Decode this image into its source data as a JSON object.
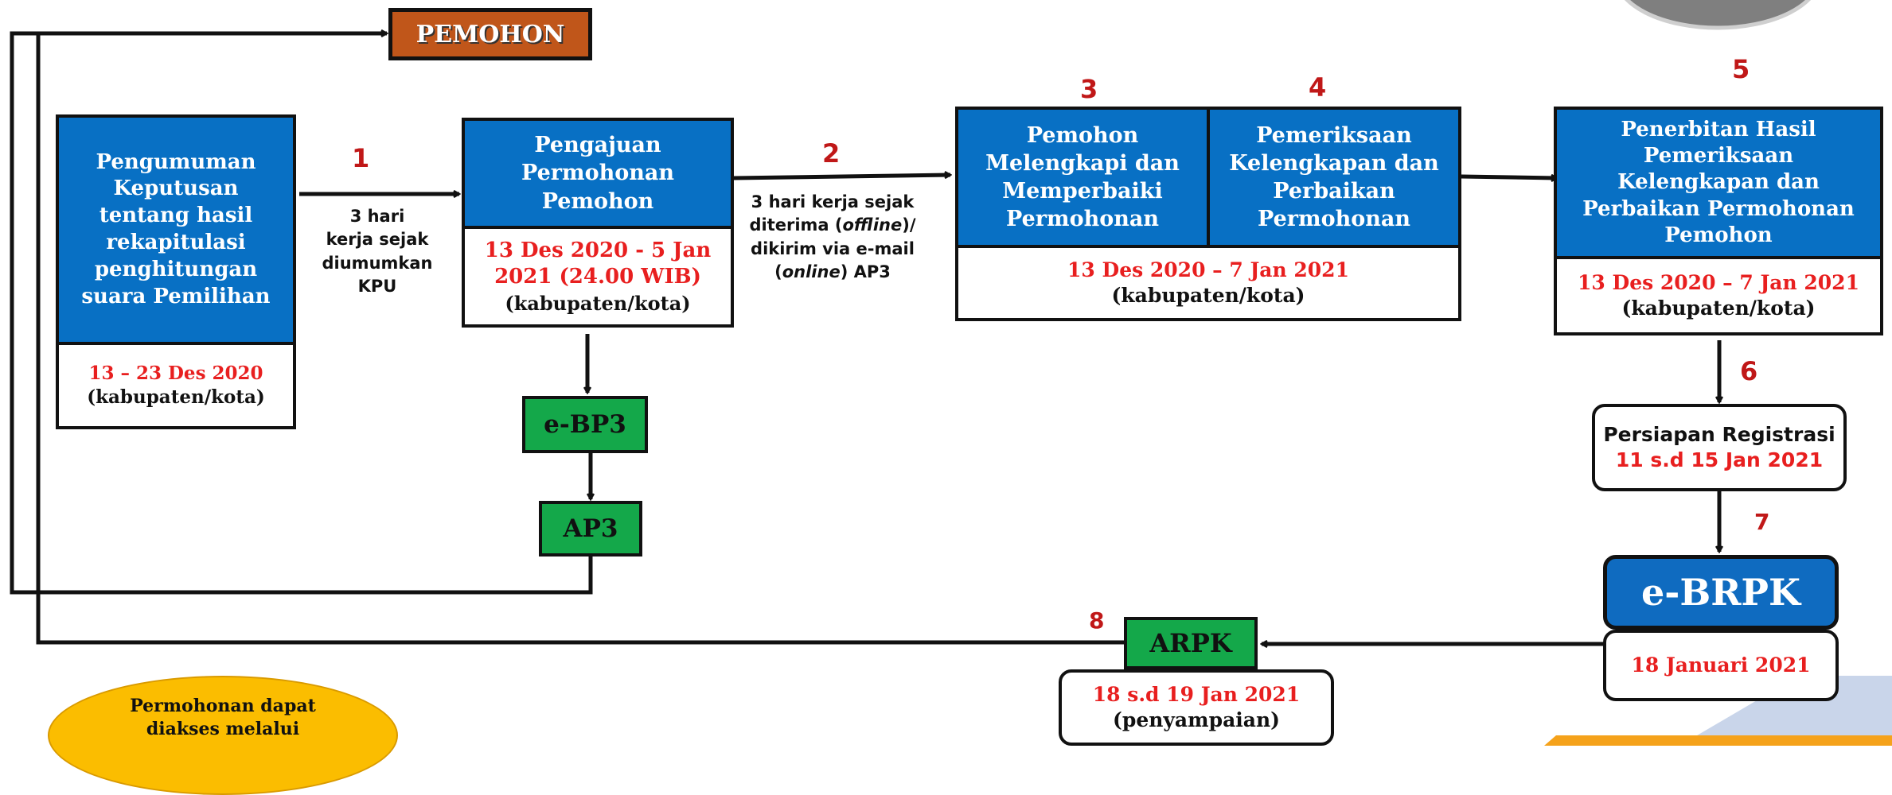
{
  "colors": {
    "primary_blue": "#0870c4",
    "green": "#14a84a",
    "orange_brown": "#c0561a",
    "red_text": "#e81f1f",
    "step_number": "#c01818",
    "yellow": "#fbbd00",
    "ebrpk_blue": "#0f6bc0"
  },
  "pemohon": "PEMOHON",
  "box_pengumuman": {
    "title": "Pengumuman Keputusan tentang hasil rekapitulasi penghitungan suara Pemilihan",
    "date": "13 – 23 Des 2020",
    "scope": "(kabupaten/kota)"
  },
  "box_pengajuan": {
    "title": "Pengajuan Permohonan Pemohon",
    "date": "13 Des 2020 - 5 Jan 2021 (24.00 WIB)",
    "scope": "(kabupaten/kota)"
  },
  "box_melengkapi": {
    "title": "Pemohon Melengkapi dan Memperbaiki Permohonan"
  },
  "box_pemeriksaan": {
    "title": "Pemeriksaan Kelengkapan dan Perbaikan Permohonan"
  },
  "box_3_4_footer": {
    "date": "13 Des 2020 – 7 Jan 2021",
    "scope": "(kabupaten/kota)"
  },
  "box_penerbitan": {
    "title": "Penerbitan Hasil Pemeriksaan Kelengkapan dan Perbaikan Permohonan Pemohon",
    "date": "13 Des 2020 – 7 Jan 2021",
    "scope": "(kabupaten/kota)"
  },
  "box_registrasi": {
    "title": "Persiapan Registrasi",
    "date": "11 s.d 15 Jan 2021"
  },
  "ebrpk": {
    "label": "e-BRPK",
    "date": "18 Januari 2021"
  },
  "arpk": {
    "label": "ARPK",
    "date": "18  s.d 19 Jan 2021",
    "scope": "(penyampaian)"
  },
  "ebp3": "e-BP3",
  "ap3": "AP3",
  "notes": {
    "step1": [
      "3 hari",
      "kerja sejak",
      "diumumkan KPU"
    ],
    "step2": {
      "line1": "3 hari kerja sejak",
      "line2_pre": "diterima (",
      "line2_italic": "offline",
      "line2_post": ")/",
      "line3": "dikirim via e-mail",
      "line4_pre": "(",
      "line4_italic": "online",
      "line4_post": ") AP3"
    }
  },
  "step_numbers": [
    "1",
    "2",
    "3",
    "4",
    "5",
    "6",
    "7",
    "8"
  ],
  "yellow_note": "Permohonan dapat diakses melalui"
}
